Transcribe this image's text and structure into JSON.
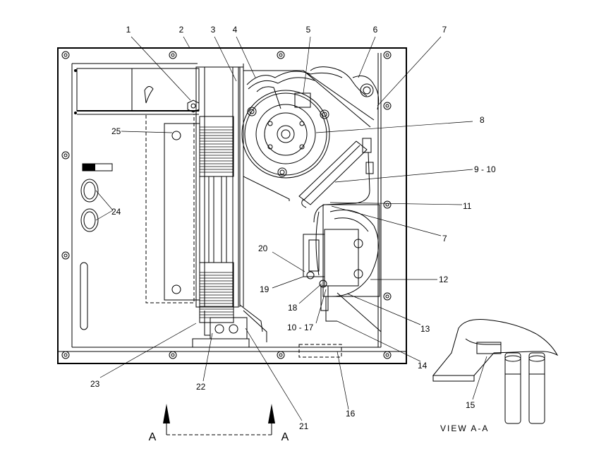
{
  "callouts": [
    "1",
    "2",
    "3",
    "4",
    "5",
    "6",
    "7",
    "8",
    "9 - 10",
    "11",
    "7",
    "12",
    "13",
    "14",
    "15",
    "16",
    "21",
    "22",
    "23",
    "24",
    "25",
    "20",
    "19",
    "18",
    "10 - 17"
  ],
  "section_markers": [
    "A",
    "A"
  ],
  "view_caption": "VIEW A-A",
  "colors": {
    "line": "#000000",
    "background": "#ffffff"
  }
}
